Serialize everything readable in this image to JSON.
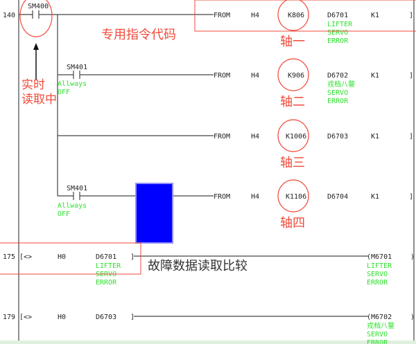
{
  "colors": {
    "annotation": "#f04a3a",
    "comment": "#2ee02e",
    "cursor": "#0000ff",
    "wire": "#444444"
  },
  "steps": [
    "140",
    "175",
    "179"
  ],
  "contacts": [
    {
      "device": "SM400",
      "comment": []
    },
    {
      "device": "SM401",
      "comment": [
        "Allways",
        "OFF"
      ]
    },
    {
      "device": "SM401",
      "comment": [
        "Allways",
        "OFF"
      ]
    }
  ],
  "from_rungs": [
    {
      "instr": "FROM",
      "unit": "H4",
      "addr": "K806",
      "dest": "D6701",
      "count": "K1",
      "close": "]",
      "comment": [
        "LIFTER",
        "SERVO",
        "ERROR"
      ],
      "axis_label": "轴一"
    },
    {
      "instr": "FROM",
      "unit": "H4",
      "addr": "K906",
      "dest": "D6702",
      "count": "K1",
      "close": "]",
      "comment": [
        "戎档八鍪",
        "SERVO",
        "ERROR"
      ],
      "axis_label": "轴二"
    },
    {
      "instr": "FROM",
      "unit": "H4",
      "addr": "K1006",
      "dest": "D6703",
      "count": "K1",
      "close": "]",
      "comment": [],
      "axis_label": "轴三"
    },
    {
      "instr": "FROM",
      "unit": "H4",
      "addr": "K1106",
      "dest": "D6704",
      "count": "K1",
      "close": "]",
      "comment": [],
      "axis_label": "轴四"
    }
  ],
  "compare_rungs": [
    {
      "op": "[<>",
      "s1": "H0",
      "s2": "D6701",
      "close": "]",
      "s2_comment": [
        "LIFTER",
        "SERVO",
        "ERROR"
      ],
      "coil": "(M6701",
      "coil_close": ")",
      "coil_comment": [
        "LIFTER",
        "SERVO",
        "ERROR"
      ]
    },
    {
      "op": "[<>",
      "s1": "H0",
      "s2": "D6703",
      "close": "]",
      "s2_comment": [],
      "coil": "(M6702",
      "coil_close": ")",
      "coil_comment": [
        "戎档八鍪",
        "SERVO",
        "ERROR"
      ]
    }
  ],
  "annotations": {
    "special_instruction": "专用指令代码",
    "realtime_line1": "实时",
    "realtime_line2": "读取中",
    "fault_compare": "故障数据读取比较"
  }
}
